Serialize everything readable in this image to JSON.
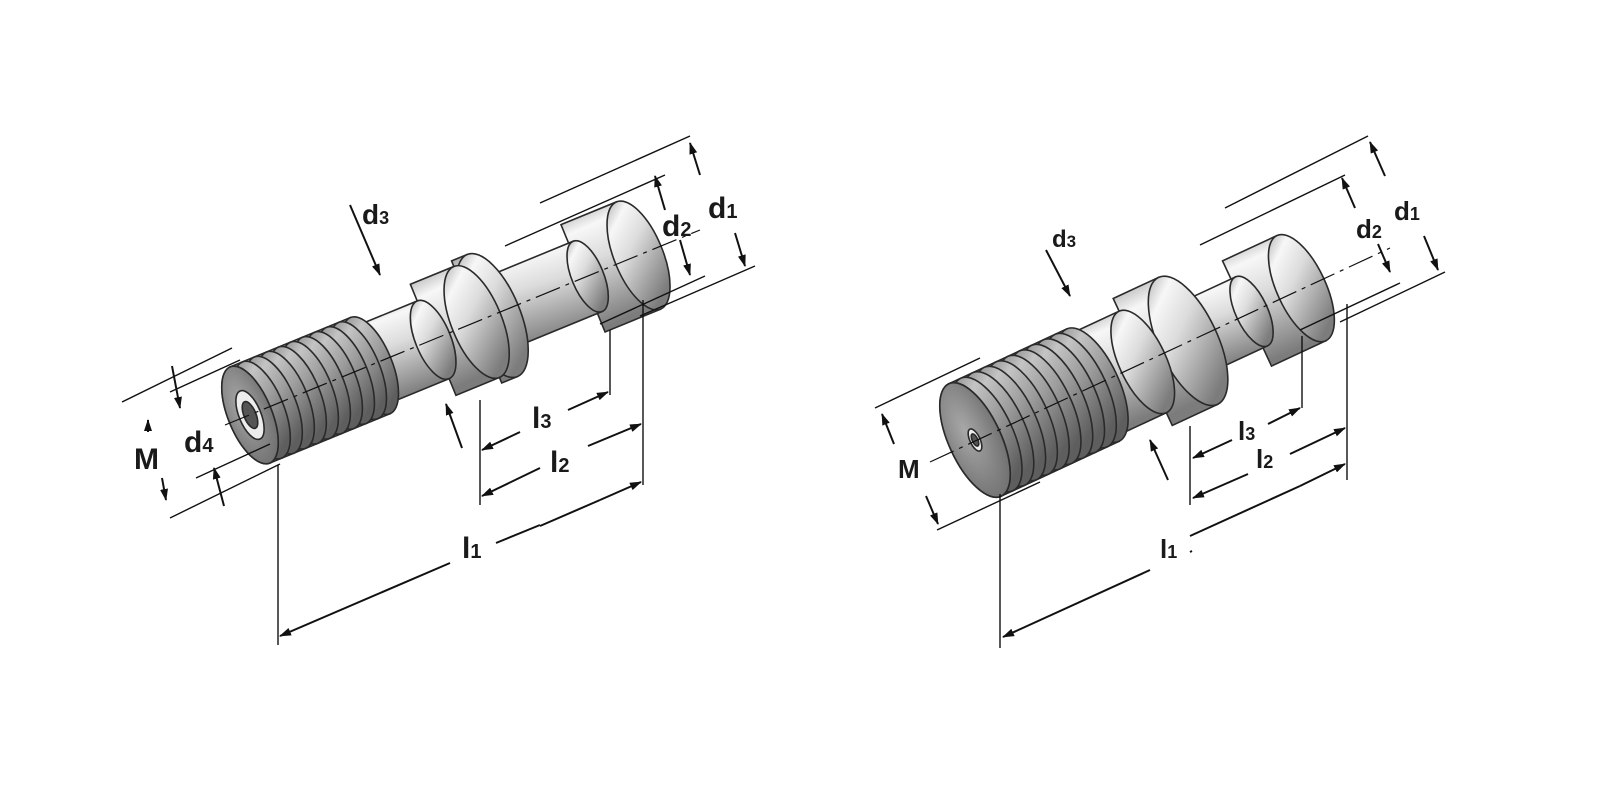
{
  "diagrams": [
    {
      "id": "left",
      "labels": {
        "M": {
          "main": "M",
          "sub": ""
        },
        "d4": {
          "main": "d",
          "sub": "4"
        },
        "d3": {
          "main": "d",
          "sub": "3"
        },
        "d2": {
          "main": "d",
          "sub": "2"
        },
        "d1": {
          "main": "d",
          "sub": "1"
        },
        "l3": {
          "main": "l",
          "sub": "3"
        },
        "l2": {
          "main": "l",
          "sub": "2"
        },
        "l1": {
          "main": "l",
          "sub": "1"
        }
      }
    },
    {
      "id": "right",
      "labels": {
        "M": {
          "main": "M",
          "sub": ""
        },
        "d3": {
          "main": "d",
          "sub": "3"
        },
        "d2": {
          "main": "d",
          "sub": "2"
        },
        "d1": {
          "main": "d",
          "sub": "1"
        },
        "l3": {
          "main": "l",
          "sub": "3"
        },
        "l2": {
          "main": "l",
          "sub": "2"
        },
        "l1": {
          "main": "l",
          "sub": "1"
        }
      }
    }
  ],
  "colors": {
    "steel_light": "#f2f2f2",
    "steel_mid": "#c8c8c8",
    "steel_dark": "#8a8a8a",
    "thread_light": "#b5b5b5",
    "thread_dark": "#6a6a6a",
    "line": "#111111"
  }
}
